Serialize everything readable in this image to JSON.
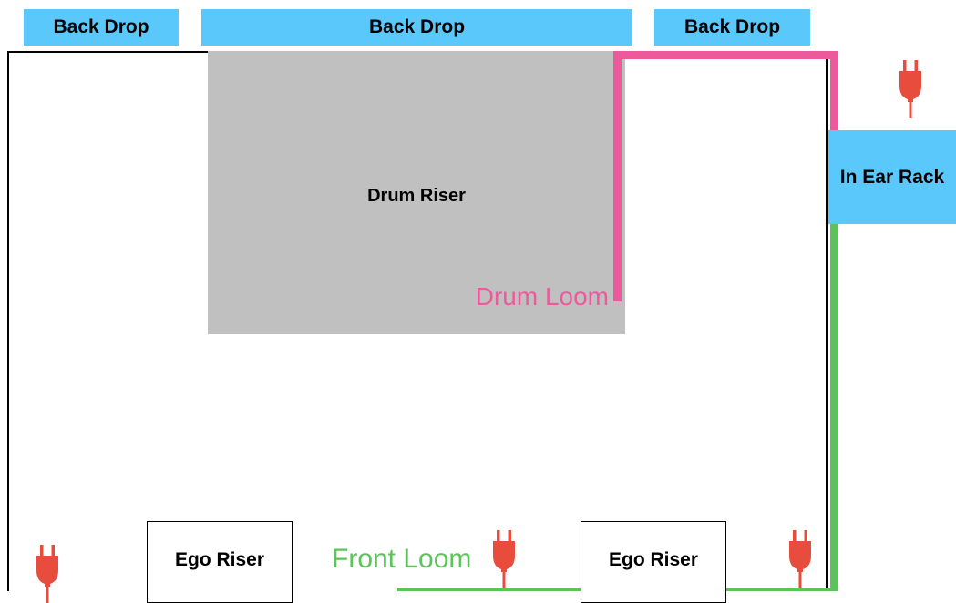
{
  "backdrops": [
    "Back Drop",
    "Back Drop",
    "Back Drop"
  ],
  "drum_riser": "Drum Riser",
  "drum_loom": "Drum Loom",
  "in_ear_rack": "In Ear Rack",
  "front_loom": "Front Loom",
  "ego_risers": [
    "Ego Riser",
    "Ego Riser"
  ],
  "power_outlet_icon": "power-plug-icon",
  "colors": {
    "backdrop": "#5ac8fa",
    "drum_riser": "#c0c0c0",
    "drum_loom": "#ec5a9c",
    "front_loom": "#5cc35a",
    "power_plug": "#e84c3d"
  }
}
